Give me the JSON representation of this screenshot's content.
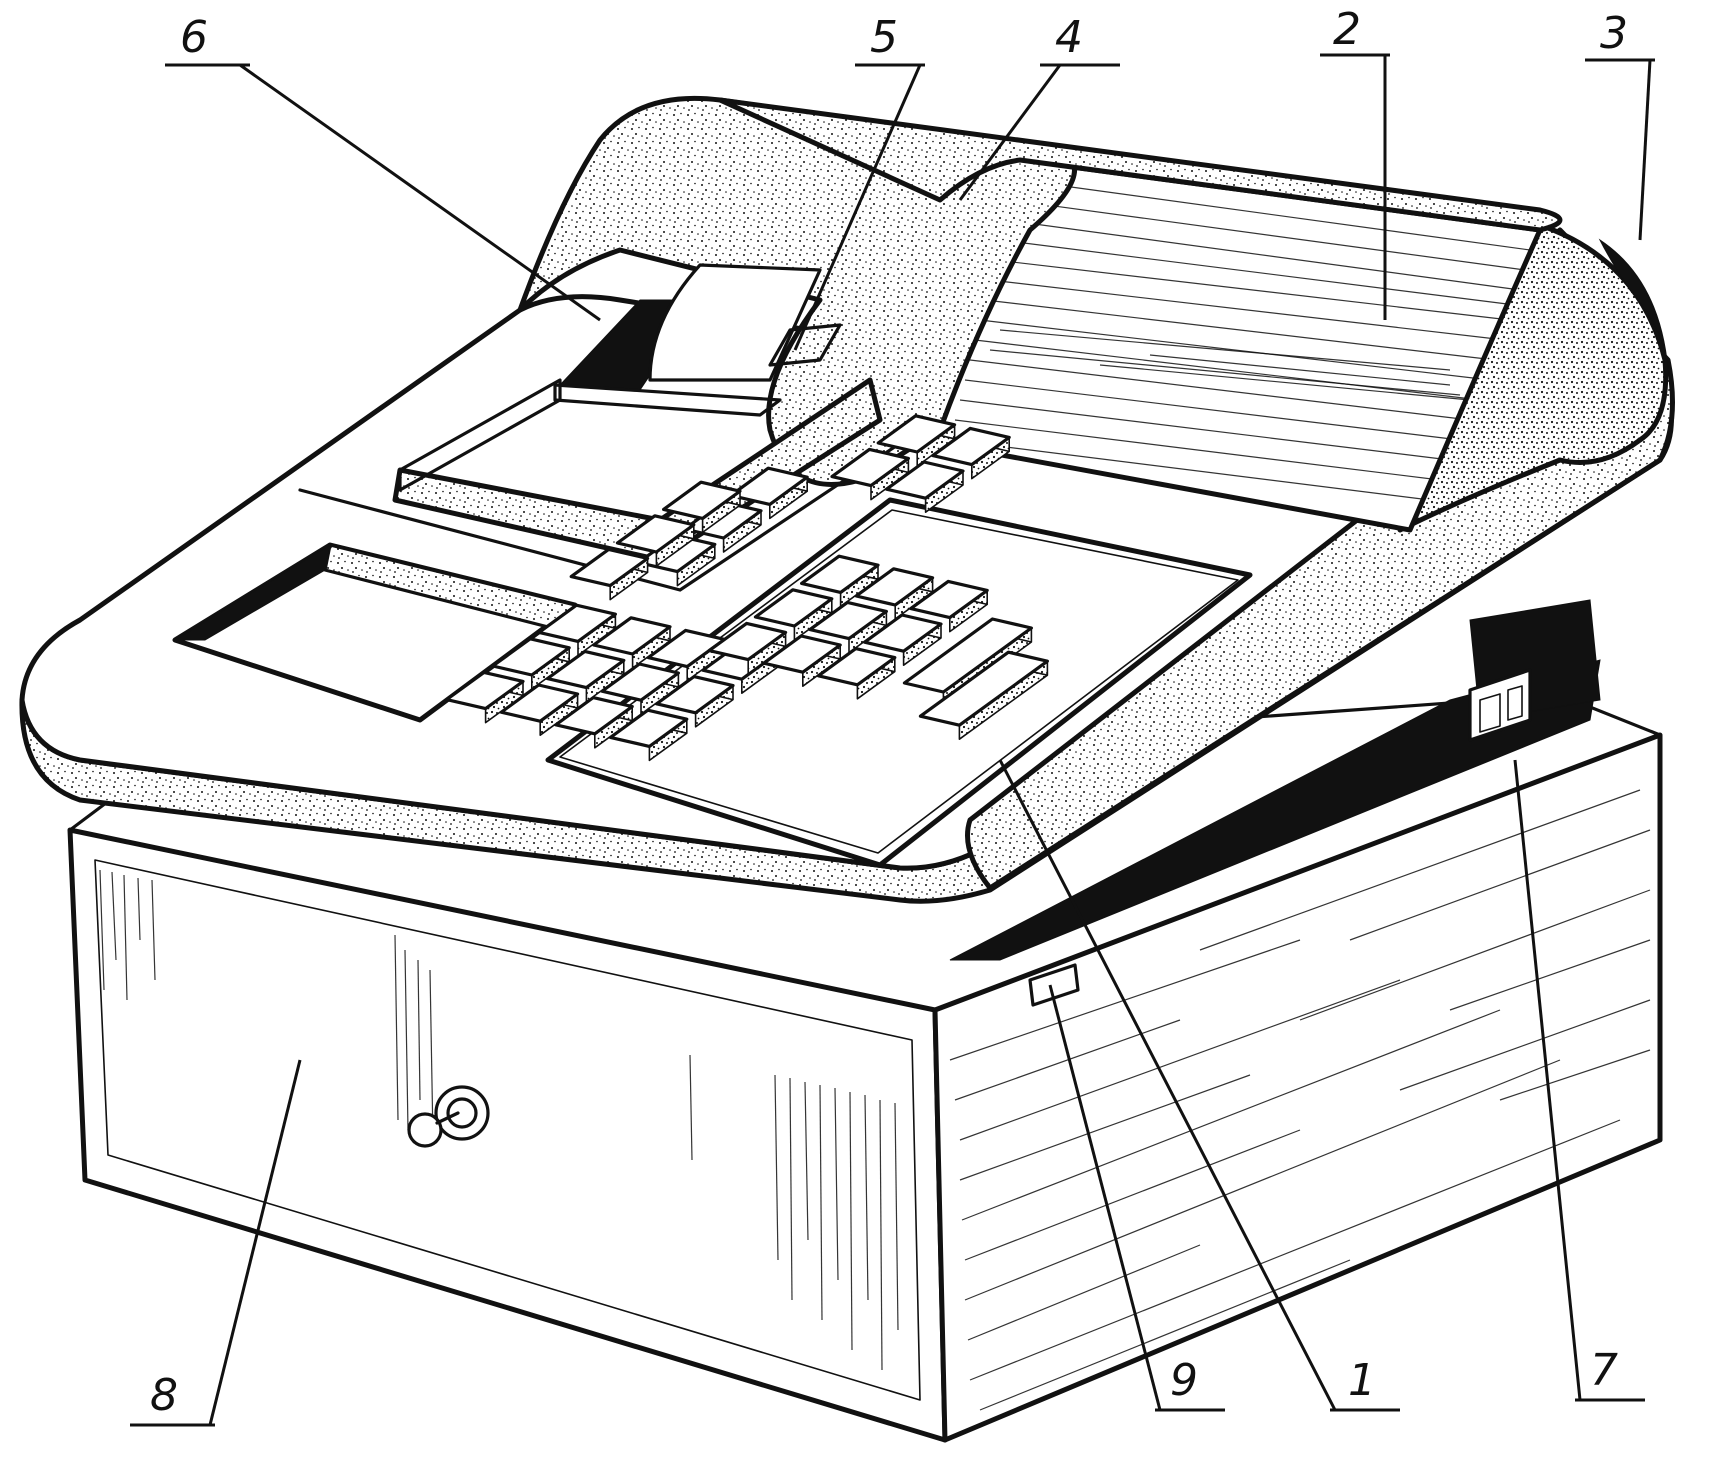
{
  "callouts": [
    {
      "id": "1",
      "text": "1"
    },
    {
      "id": "2",
      "text": "2"
    },
    {
      "id": "3",
      "text": "3"
    },
    {
      "id": "4",
      "text": "4"
    },
    {
      "id": "5",
      "text": "5"
    },
    {
      "id": "6",
      "text": "6"
    },
    {
      "id": "7",
      "text": "7"
    },
    {
      "id": "8",
      "text": "8"
    },
    {
      "id": "9",
      "text": "9"
    }
  ],
  "colors": {
    "ink": "#111111",
    "paper": "#ffffff"
  }
}
